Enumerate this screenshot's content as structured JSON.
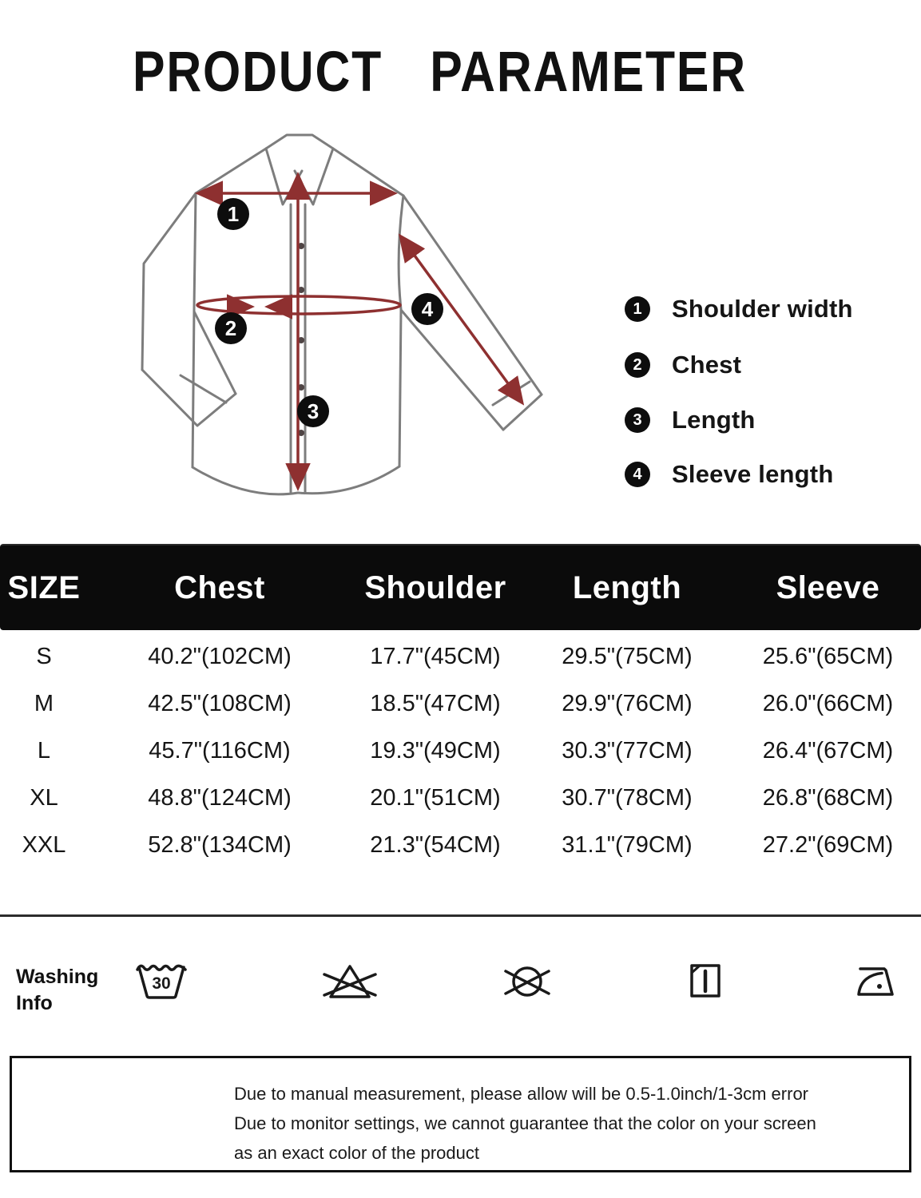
{
  "title": "PRODUCT  PARAMETER",
  "diagram": {
    "legend": [
      {
        "num": "1",
        "label": "Shoulder width"
      },
      {
        "num": "2",
        "label": "Chest"
      },
      {
        "num": "3",
        "label": "Length"
      },
      {
        "num": "4",
        "label": "Sleeve length"
      }
    ]
  },
  "size_table": {
    "columns": [
      "SIZE",
      "Chest",
      "Shoulder",
      "Length",
      "Sleeve"
    ],
    "rows": [
      [
        "S",
        "40.2\"(102CM)",
        "17.7\"(45CM)",
        "29.5\"(75CM)",
        "25.6\"(65CM)"
      ],
      [
        "M",
        "42.5\"(108CM)",
        "18.5\"(47CM)",
        "29.9\"(76CM)",
        "26.0\"(66CM)"
      ],
      [
        "L",
        "45.7\"(116CM)",
        "19.3\"(49CM)",
        "30.3\"(77CM)",
        "26.4\"(67CM)"
      ],
      [
        "XL",
        "48.8\"(124CM)",
        "20.1\"(51CM)",
        "30.7\"(78CM)",
        "26.8\"(68CM)"
      ],
      [
        "XXL",
        "52.8\"(134CM)",
        "21.3\"(54CM)",
        "31.1\"(79CM)",
        "27.2\"(69CM)"
      ]
    ]
  },
  "washing": {
    "label_line1": "Washing",
    "label_line2": "Info",
    "temperature": "30",
    "icons": [
      "wash-30",
      "do-not-bleach",
      "do-not-dry-clean",
      "drip-dry",
      "iron-low"
    ]
  },
  "disclaimer": {
    "lines": [
      "Due to manual measurement, please allow will be 0.5-1.0inch/1-3cm error",
      "Due to monitor settings, we cannot guarantee that the color on your screen",
      "as an exact color of the product"
    ]
  },
  "colors": {
    "measure_arrow": "#8e3030",
    "shirt_outline": "#7d7d7d",
    "header_bg": "#0b0b0b",
    "header_text": "#ffffff"
  }
}
